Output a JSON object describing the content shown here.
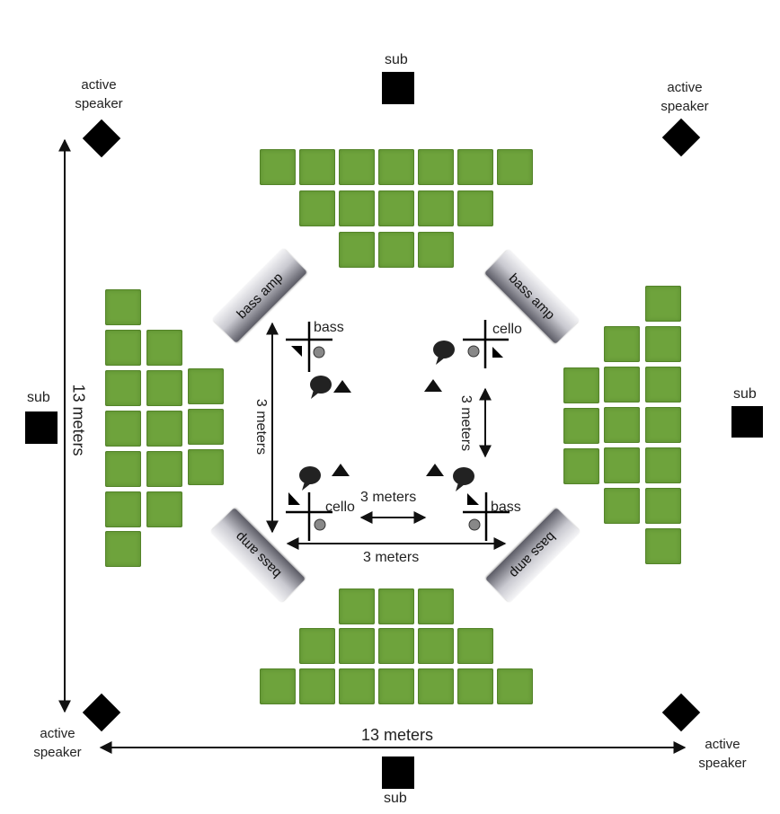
{
  "labels": {
    "active_speaker_line1": "active",
    "active_speaker_line2": "speaker",
    "sub": "sub",
    "bass_amp": "bass amp",
    "bass": "bass",
    "cello": "cello",
    "three_meters": "3 meters",
    "thirteen_meters": "13 meters"
  },
  "colors": {
    "seat": "#6ea33c",
    "speaker": "#000000",
    "amp_light": "#f4f4f6",
    "amp_dark": "#5c5c66"
  }
}
